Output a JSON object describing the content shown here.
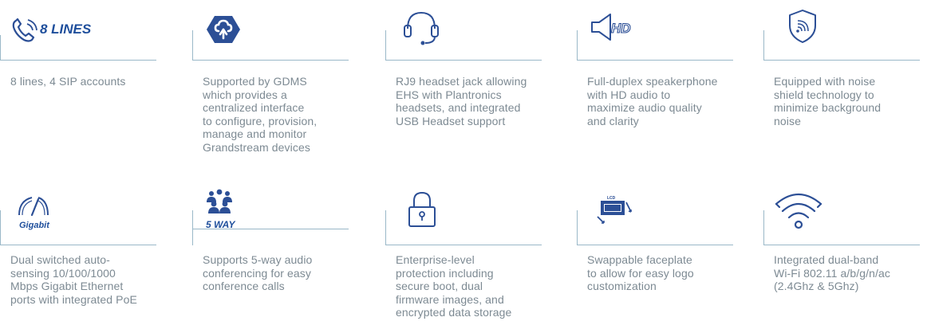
{
  "colors": {
    "icon": "#2c4f96",
    "text": "#7d8a93",
    "line": "#9ab8c8"
  },
  "features": [
    {
      "icon": "phone-lines-icon",
      "badge": "8 LINES",
      "text": "8 lines, 4 SIP accounts"
    },
    {
      "icon": "gdms-cloud-icon",
      "text": "Supported by GDMS\nwhich provides a\ncentralized interface\nto configure, provision,\nmanage and monitor\nGrandstream devices"
    },
    {
      "icon": "headset-icon",
      "text": "RJ9 headset jack allowing\nEHS with Plantronics\nheadsets, and integrated\nUSB Headset support"
    },
    {
      "icon": "hd-speaker-icon",
      "badge": "HD",
      "text": "Full-duplex speakerphone\nwith HD audio to\nmaximize audio quality\nand clarity"
    },
    {
      "icon": "noise-shield-icon",
      "text": "Equipped with noise\nshield technology to\nminimize background\nnoise"
    },
    {
      "icon": "gigabit-speedometer-icon",
      "badge": "Gigabit",
      "text": "Dual switched auto-\nsensing 10/100/1000\nMbps Gigabit Ethernet\nports with integrated PoE"
    },
    {
      "icon": "conference-people-icon",
      "badge": "5 WAY",
      "text": "Supports 5-way audio\nconferencing for easy\nconference calls"
    },
    {
      "icon": "padlock-icon",
      "text": "Enterprise-level\nprotection including\nsecure boot, dual\nfirmware images, and\nencrypted data storage"
    },
    {
      "icon": "lcd-faceplate-icon",
      "badge": "LCD",
      "text": "Swappable faceplate\nto allow for easy logo\ncustomization"
    },
    {
      "icon": "wifi-icon",
      "text": "Integrated dual-band\nWi-Fi 802.11 a/b/g/n/ac\n(2.4Ghz & 5Ghz)"
    }
  ]
}
